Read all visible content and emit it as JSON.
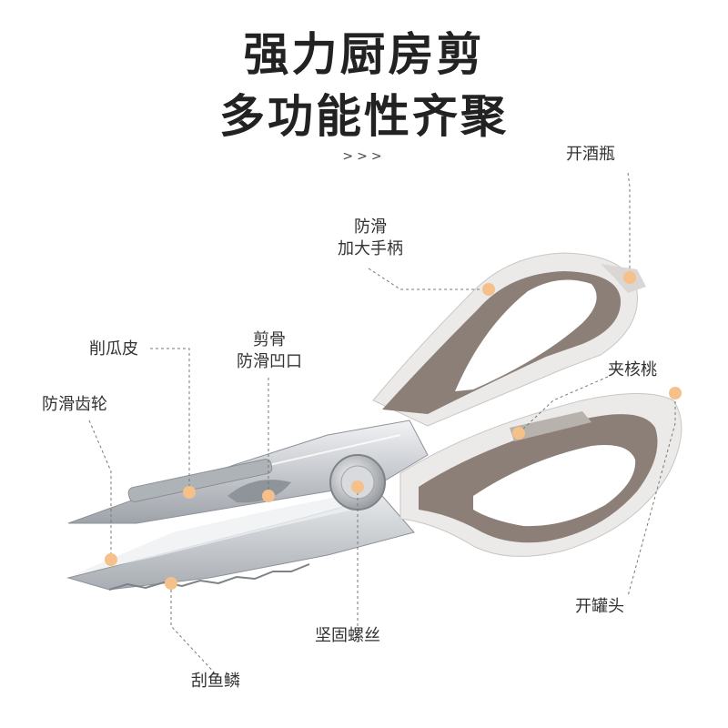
{
  "title": {
    "line1": "强力厨房剪",
    "line2": "多功能性齐聚",
    "arrows": ">>>"
  },
  "labels": {
    "bottle_opener": "开酒瓶",
    "grip_line1": "防滑",
    "grip_line2": "加大手柄",
    "peeler": "削瓜皮",
    "bone_line1": "剪骨",
    "bone_line2": "防滑凹口",
    "gear": "防滑齿轮",
    "walnut": "夹核桃",
    "can_opener": "开罐头",
    "screw": "坚固螺丝",
    "scaler": "刮鱼鳞"
  },
  "colors": {
    "accent_dot": "#f5c08a",
    "handle_grey": "#8c7f78",
    "handle_white": "#ecebea",
    "blade": "#c9ccd0",
    "leader": "#777777"
  }
}
